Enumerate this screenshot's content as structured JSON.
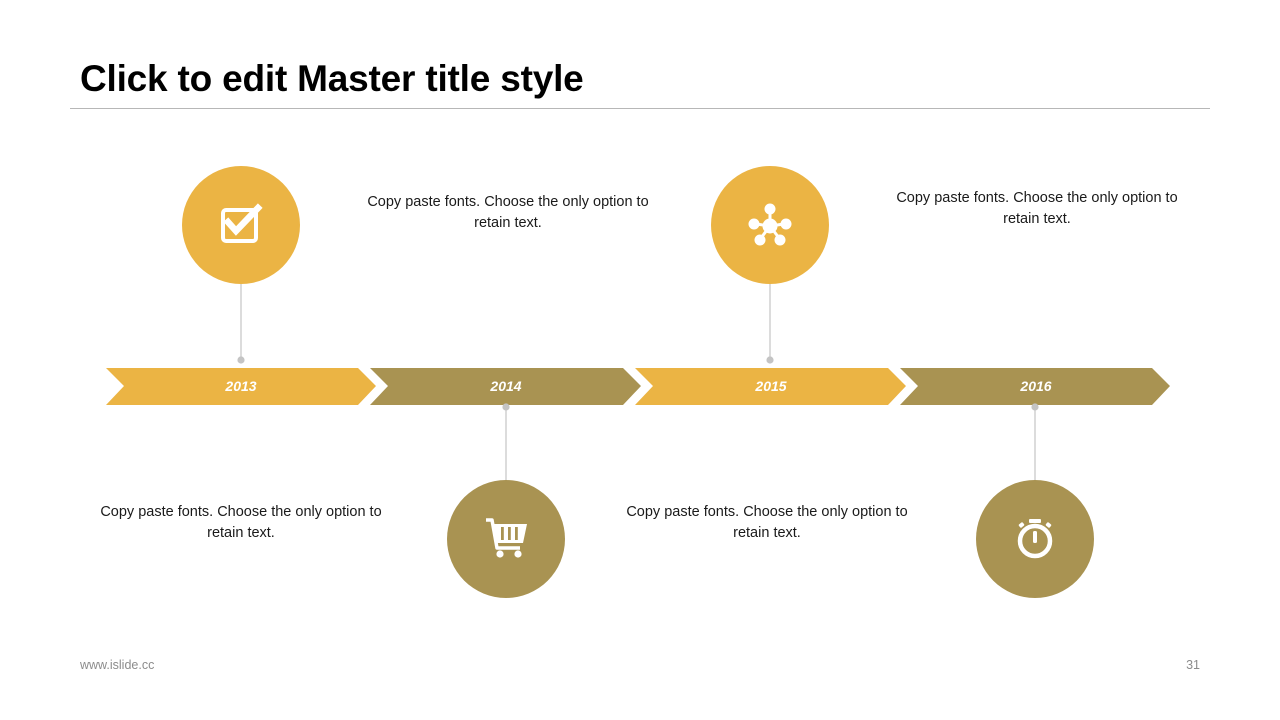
{
  "slide": {
    "title": "Click to edit Master title style"
  },
  "colors": {
    "gold": "#EBB444",
    "olive": "#A99352",
    "connector": "#C4C4C4",
    "icon": "#FFFFFF"
  },
  "timeline": {
    "milestones": [
      {
        "year": "2013",
        "icon": "checkbox-icon",
        "text": "Copy paste fonts. Choose the only option to retain text."
      },
      {
        "year": "2014",
        "icon": "shopping-cart-icon",
        "text": "Copy paste fonts. Choose the only option to retain text."
      },
      {
        "year": "2015",
        "icon": "network-nodes-icon",
        "text": "Copy paste fonts. Choose the only option to retain text."
      },
      {
        "year": "2016",
        "icon": "stopwatch-icon",
        "text": "Copy paste fonts. Choose the only option to retain text."
      }
    ]
  },
  "footer": {
    "url": "www.islide.cc",
    "page_number": "31"
  }
}
